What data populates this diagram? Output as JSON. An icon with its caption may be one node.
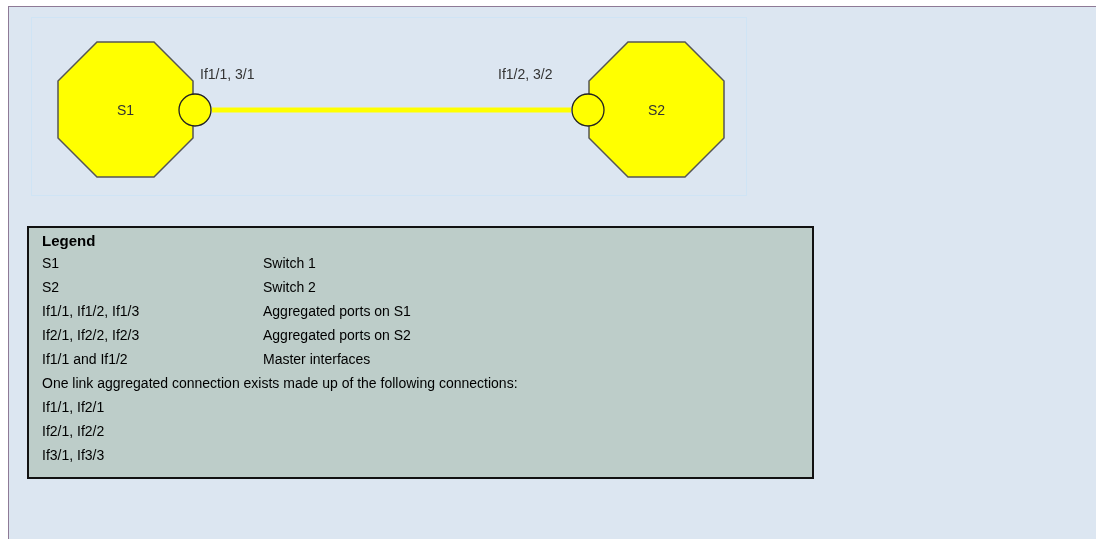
{
  "diagram": {
    "nodes": [
      {
        "text": [
          "S1"
        ]
      },
      {
        "text": [],
        "shape": "circle",
        "beside": [
          "If1/1, 3/1"
        ]
      },
      {
        "text": [],
        "shape": "circle",
        "beside": [
          "If1/2, 3/2"
        ]
      },
      {
        "text": [
          "S2"
        ]
      }
    ],
    "edges": [
      {
        "from": 1,
        "to": 2,
        "arrow": "none"
      }
    ],
    "labels": [
      "Legend",
      "S1",
      "Switch 1",
      "S2",
      "Switch 2",
      "If1/1, If1/2, If1/3",
      "Aggregated ports on S1",
      "If2/1, If2/2, If2/3",
      "Aggregated ports on S2",
      "If1/1 and If1/2",
      "Master interfaces",
      "One link aggregated connection exists made up of the following connections:",
      "If1/1, If2/1",
      "If2/1, If2/2",
      "If3/1, If3/3"
    ]
  }
}
